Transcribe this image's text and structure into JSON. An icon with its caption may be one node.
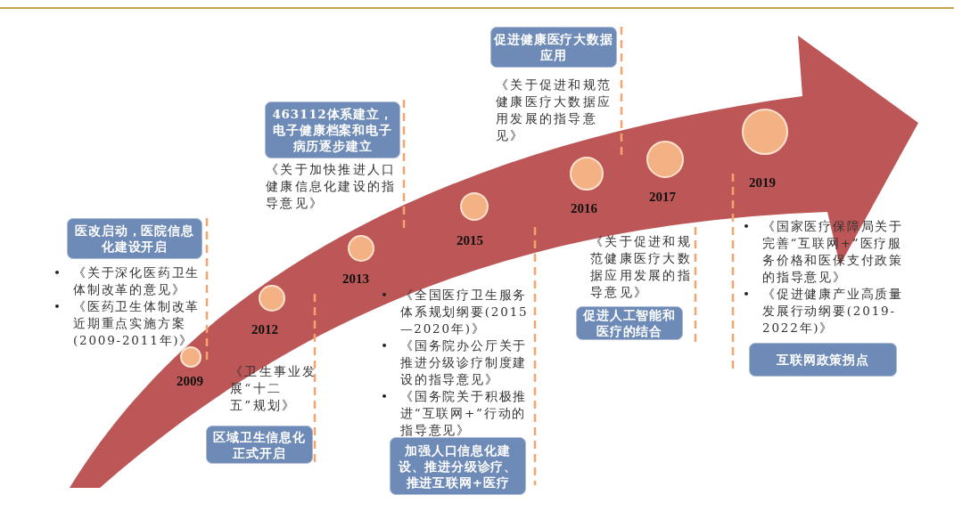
{
  "diagram": {
    "nodes": [
      {
        "text": [
          "医改启动，医院信息化建设开启"
        ]
      },
      {
        "text": [
          "463112体系建立，电子健康档案和电子病历逐步建立"
        ]
      },
      {
        "text": [
          "区域卫生信息化正式开启"
        ]
      },
      {
        "text": [
          "加强人口信息化建设、推进分级诊疗、推进互联网+医疗"
        ]
      },
      {
        "text": [
          "促进健康医疗大数据应用"
        ]
      },
      {
        "text": [
          "促进人工智能和医疗的结合"
        ]
      },
      {
        "text": [
          "互联网政策拐点"
        ]
      },
      {
        "text": [],
        "shape": "circle",
        "beside": [
          "2009"
        ]
      },
      {
        "text": [],
        "shape": "circle",
        "beside": [
          "2012"
        ]
      },
      {
        "text": [],
        "shape": "circle",
        "beside": [
          "2013"
        ]
      },
      {
        "text": [],
        "shape": "circle",
        "beside": [
          "2015"
        ]
      },
      {
        "text": [],
        "shape": "circle",
        "beside": [
          "2016"
        ]
      },
      {
        "text": [],
        "shape": "circle",
        "beside": [
          "2017"
        ]
      },
      {
        "text": [],
        "shape": "circle",
        "beside": [
          "2019"
        ]
      }
    ],
    "labels": [
      "•",
      "《关于深化医药卫生体制改革的意见》",
      "•",
      "《医药卫生体制改革近期重点实施方案(2009-2011年)》",
      "《卫生事业发展“十二五”规划》",
      "《关于加快推进人口健康信息化建设的指导意见》",
      "•",
      "《全国医疗卫生服务体系规划纲要(2015—2020年)》",
      "•",
      "《国务院办公厅关于推进分级诊疗制度建设的指导意见》",
      "•",
      "《国务院关于积极推进“互联网+”行动的指导意见》",
      "《关于促进和规范健康医疗大数据应用发展的指导意见》",
      "《关于促进和规范健康医疗大数据应用发展的指导意见》",
      "•",
      "《国家医疗保障局关于完善“互联网+”医疗服务价格和医保支付政策的指导意见》",
      "•",
      "《促进健康产业高质量发展行动纲要(2019-2022年)》"
    ]
  }
}
